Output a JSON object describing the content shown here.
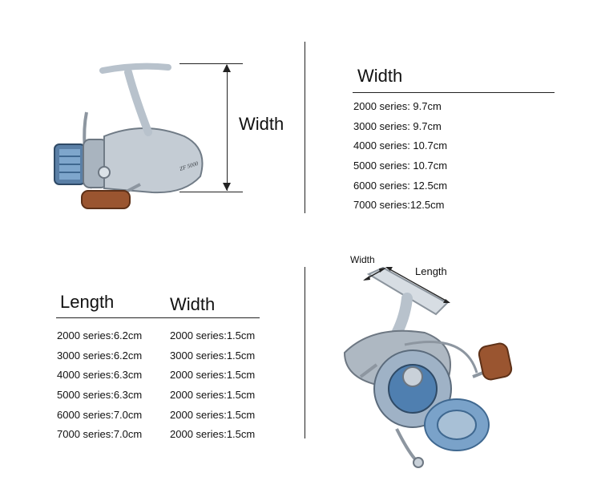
{
  "top_left": {
    "dimension_label": "Width"
  },
  "top_right": {
    "title": "Width",
    "rows": [
      "2000 series: 9.7cm",
      "3000 series: 9.7cm",
      "4000 series: 10.7cm",
      "5000 series: 10.7cm",
      "6000 series: 12.5cm",
      "7000 series:12.5cm"
    ]
  },
  "bottom_left": {
    "length_title": "Length",
    "width_title": "Width",
    "length_rows": [
      "2000 series:6.2cm",
      "3000 series:6.2cm",
      "4000 series:6.3cm",
      "5000 series:6.3cm",
      "6000 series:7.0cm",
      "7000 series:7.0cm"
    ],
    "width_rows": [
      "2000 series:1.5cm",
      "3000 series:1.5cm",
      "2000 series:1.5cm",
      "2000 series:1.5cm",
      "2000 series:1.5cm",
      "2000 series:1.5cm"
    ]
  },
  "bottom_right": {
    "width_label": "Width",
    "length_label": "Length"
  },
  "reel_marking": "ZF 5000",
  "colors": {
    "reel_silver": "#b8c2cc",
    "spool_blue": "#4f7fb0",
    "knob_wood": "#9a5530"
  }
}
